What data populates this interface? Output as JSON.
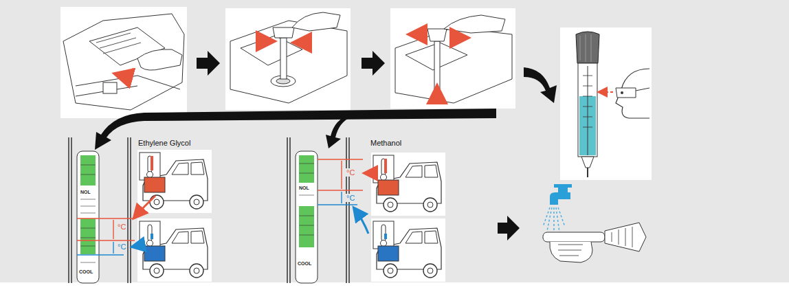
{
  "diagram": {
    "labels": [
      "Ethylene Glycol",
      "°C",
      "°C",
      "NOL",
      "COOL",
      "Methanol",
      "°C",
      "°C",
      "NOL",
      "COOL"
    ]
  }
}
